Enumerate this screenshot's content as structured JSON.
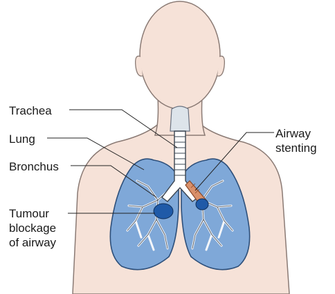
{
  "labels": {
    "trachea": "Trachea",
    "lung": "Lung",
    "bronchus": "Bronchus",
    "tumour": [
      "Tumour",
      "blockage",
      "of airway"
    ],
    "stent": [
      "Airway",
      "stenting"
    ]
  },
  "colors": {
    "skin": "#f6e2d8",
    "skin_outline": "#8a7a74",
    "lung_fill": "#7fa8d8",
    "lung_outline": "#2d4f7a",
    "trachea_fill": "#ffffff",
    "tumour": "#1f5aa8",
    "stent": "#d9906a",
    "leader_line": "#222222"
  },
  "icons": {
    "figure": "human-torso-with-lungs-diagram"
  }
}
